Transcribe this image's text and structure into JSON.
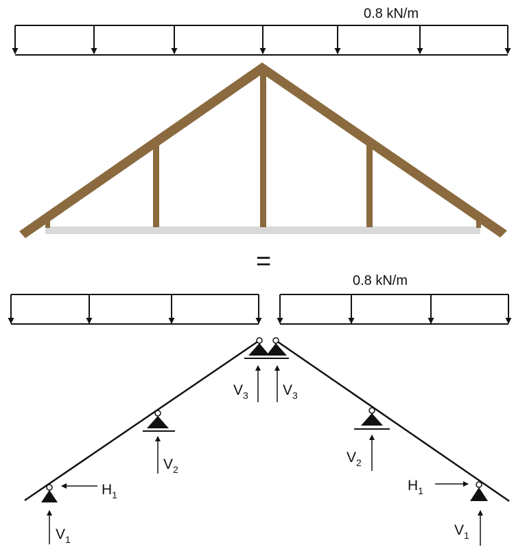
{
  "top_load": {
    "label": "0.8 kN/m"
  },
  "equals_sign": "=",
  "bottom_load": {
    "label": "0.8 kN/m"
  },
  "reactions": {
    "v1_left": {
      "main": "V",
      "sub": "1"
    },
    "h1_left": {
      "main": "H",
      "sub": "1"
    },
    "v2_left": {
      "main": "V",
      "sub": "2"
    },
    "v3_left": {
      "main": "V",
      "sub": "3"
    },
    "v3_right": {
      "main": "V",
      "sub": "3"
    },
    "v2_right": {
      "main": "V",
      "sub": "2"
    },
    "h1_right": {
      "main": "H",
      "sub": "1"
    },
    "v1_right": {
      "main": "V",
      "sub": "1"
    }
  },
  "colors": {
    "timber": "#8a6a3e",
    "ceiling": "#d9d9d9",
    "line": "#111111"
  }
}
